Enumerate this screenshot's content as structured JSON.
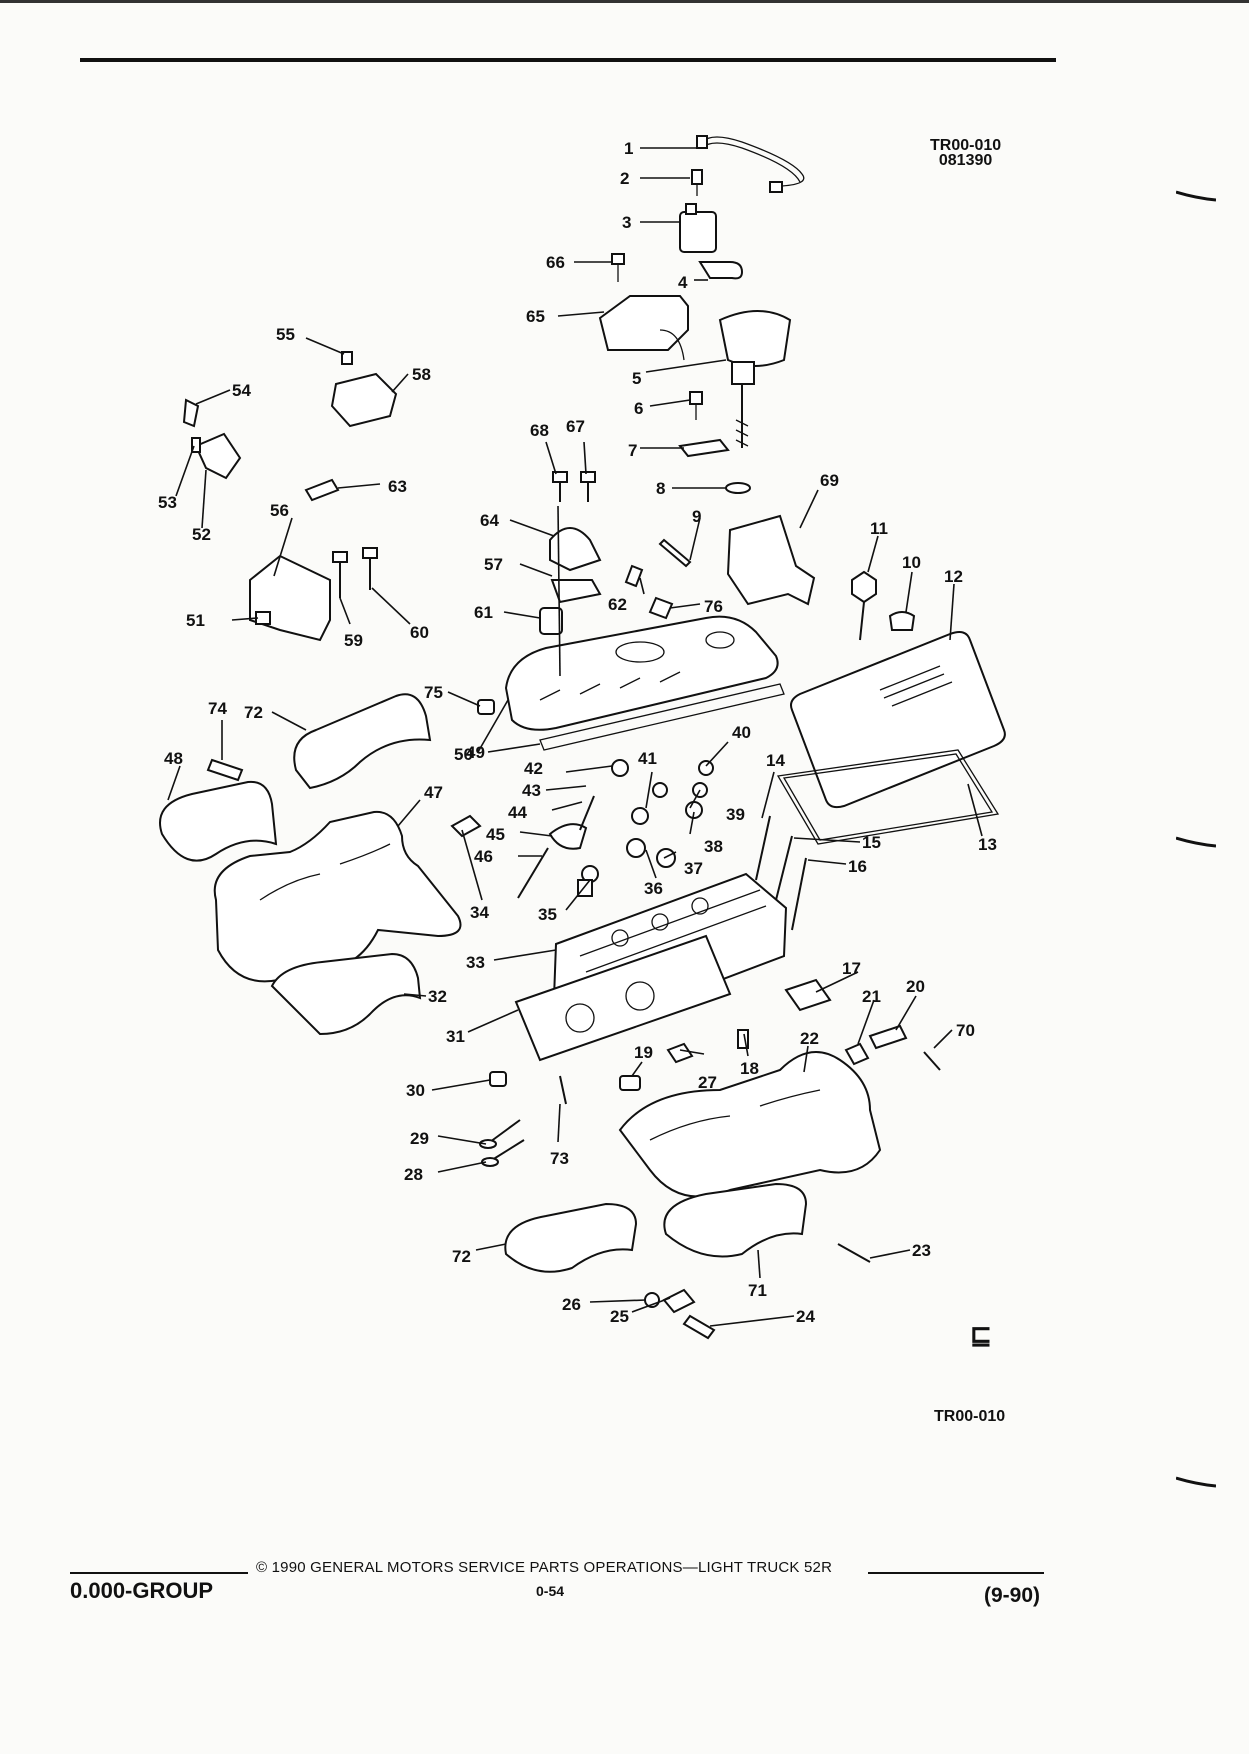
{
  "header": {
    "code": "TR00-010",
    "date_code": "081390"
  },
  "diagram": {
    "callouts": [
      "1",
      "2",
      "3",
      "4",
      "5",
      "6",
      "7",
      "8",
      "9",
      "10",
      "11",
      "12",
      "13",
      "14",
      "15",
      "16",
      "17",
      "18",
      "19",
      "20",
      "21",
      "22",
      "23",
      "24",
      "25",
      "26",
      "27",
      "28",
      "29",
      "30",
      "31",
      "32",
      "33",
      "34",
      "35",
      "36",
      "37",
      "38",
      "39",
      "40",
      "41",
      "42",
      "43",
      "44",
      "45",
      "46",
      "47",
      "48",
      "49",
      "50",
      "51",
      "52",
      "53",
      "54",
      "55",
      "56",
      "57",
      "58",
      "59",
      "60",
      "61",
      "62",
      "63",
      "64",
      "65",
      "66",
      "67",
      "68",
      "69",
      "70",
      "71",
      "72",
      "72",
      "73",
      "74",
      "75",
      "76"
    ]
  },
  "bottom_code": "TR00-010",
  "footer": {
    "group": "0.000-GROUP",
    "copyright": "© 1990 GENERAL MOTORS SERVICE PARTS OPERATIONS—LIGHT TRUCK 52R",
    "page": "0-54",
    "date": "(9-90)"
  }
}
